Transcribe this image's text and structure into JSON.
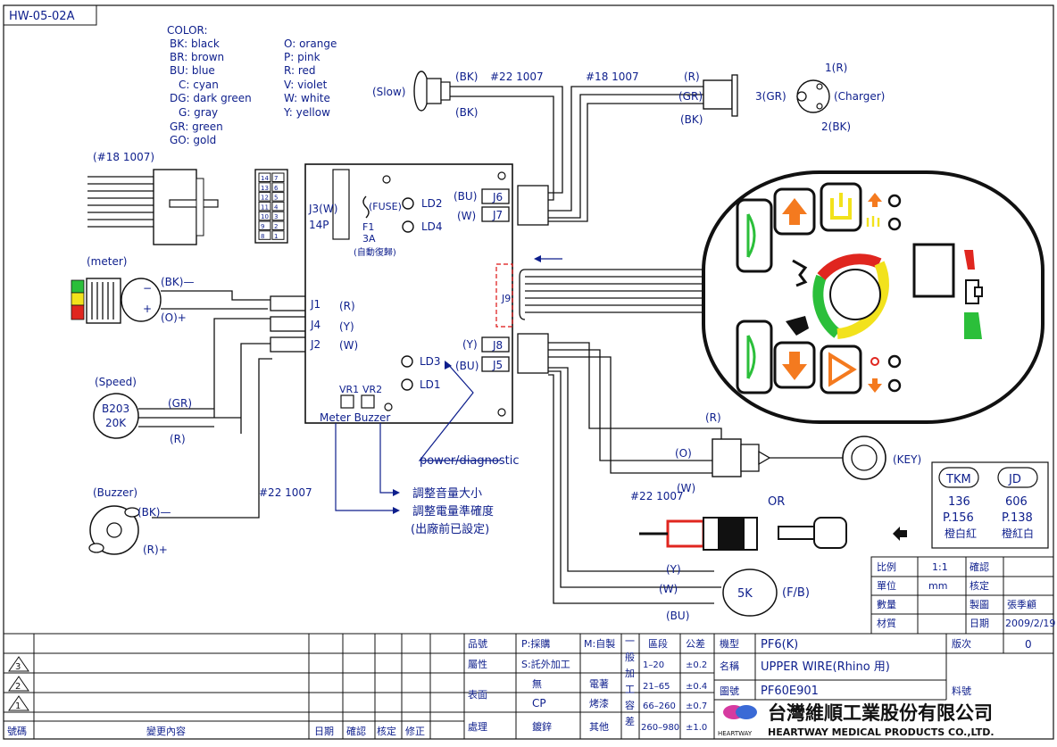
{
  "header": {
    "drawing_no": "HW-05-02A"
  },
  "color_legend": {
    "title": "COLOR:",
    "left": [
      "BK: black",
      "BR: brown",
      "BU: blue",
      "C: cyan",
      "DG: dark green",
      "G: gray",
      "GR: green",
      "GO: gold"
    ],
    "right": [
      "O: orange",
      "P: pink",
      "R: red",
      "V: violet",
      "W: white",
      "Y: yellow"
    ]
  },
  "wire_labels": {
    "awg18_left": "(#18 1007)",
    "meter": "(meter)",
    "meter_bk": "(BK)—",
    "meter_o": "(O)+",
    "speed": "(Speed)",
    "speed_part": "B203",
    "speed_val": "20K",
    "speed_gr": "(GR)",
    "speed_r": "(R)",
    "buzzer": "(Buzzer)",
    "buzzer_bk": "(BK)—",
    "buzzer_r": "(R)+",
    "awg22_a": "#22 1007",
    "awg22_b": "#22 1007",
    "slow": "(Slow)",
    "slow_bk1": "(BK)",
    "slow_bk2": "(BK)",
    "awg22_top": "#22 1007",
    "awg18_top": "#18 1007",
    "chg_r": "(R)",
    "chg_gr": "(GR)",
    "chg_bk": "(BK)",
    "chg_pin1": "1(R)",
    "chg_pin3": "3(GR)",
    "chg_pin2": "2(BK)",
    "charger": "(Charger)",
    "key": "(KEY)",
    "key_r": "(R)",
    "key_o": "(O)",
    "key_w": "(W)",
    "or": "OR",
    "fb_y": "(Y)",
    "fb_w": "(W)",
    "fb_bu": "(BU)",
    "fb_val": "5K",
    "fb": "(F/B)"
  },
  "board": {
    "j3": "J3(W)",
    "j3_pins": "14P",
    "fuse": "(FUSE)",
    "f1": "F1",
    "f1_val": "3A",
    "f1_note": "(自動復歸)",
    "ld2": "LD2",
    "ld4": "LD4",
    "ld3": "LD3",
    "ld1": "LD1",
    "j6": "J6",
    "j7": "J7",
    "j6_bu": "(BU)",
    "j7_w": "(W)",
    "j9": "J9",
    "j8": "J8",
    "j5": "J5",
    "j8_y": "(Y)",
    "j5_bu": "(BU)",
    "j1": "J1",
    "j4": "J4",
    "j2": "J2",
    "j1_r": "(R)",
    "j4_y": "(Y)",
    "j2_w": "(W)",
    "vr1": "VR1",
    "vr2": "VR2",
    "vr_label": "Meter  Buzzer"
  },
  "connector_pins": [
    "14",
    "7",
    "13",
    "6",
    "12",
    "5",
    "11",
    "4",
    "10",
    "3",
    "9",
    "2",
    "8",
    "1"
  ],
  "notes": {
    "power": "power/diagnostic",
    "volume": "調整音量大小",
    "meter_adj": "調整電量準確度",
    "factory": "(出廠前已設定)"
  },
  "ref_box": {
    "tkm": "TKM",
    "jd": "JD",
    "tkm_no": "136",
    "jd_no": "606",
    "tkm_page": "P.156",
    "jd_page": "P.138",
    "tkm_color": "橙白紅",
    "jd_color": "橙紅白"
  },
  "title_block": {
    "scale_l": "比例",
    "scale_v": "1:1",
    "confirm_l": "確認",
    "unit_l": "單位",
    "unit_v": "mm",
    "check_l": "核定",
    "qty_l": "數量",
    "draw_l": "製圖",
    "draw_v": "張季顧",
    "mat_l": "材質",
    "date_l": "日期",
    "date_v": "2009/2/19",
    "model_l": "機型",
    "model_v": "PF6(K)",
    "rev_l": "版次",
    "rev_v": "0",
    "name_l": "名稱",
    "name_v": "UPPER WIRE(Rhino 用)",
    "dwg_l": "圖號",
    "dwg_v": "PF60E901",
    "part_l": "料號",
    "company_cn": "台灣維順工業股份有限公司",
    "company_en": "HEARTWAY MEDICAL PRODUCTS CO.,LTD.",
    "logo_text": "HEARTWAY",
    "sec_h": "區段",
    "tol_h": "公差",
    "ranges": [
      "1–20",
      "21–65",
      "66–260",
      "260–980"
    ],
    "tols": [
      "±0.2",
      "±0.4",
      "±0.7",
      "±1.0"
    ],
    "gen_tol": "一般加工容差",
    "item_l": "品號",
    "attr_l": "屬性",
    "surface_l": "表面",
    "treat_l": "處理",
    "p_buy": "P:採購",
    "m_make": "M:自製",
    "s_out": "S:託外加工",
    "none": "無",
    "plating": "電著",
    "cp": "CP",
    "paint": "烤漆",
    "zinc": "鍍鋅",
    "other": "其他",
    "rev_marks": [
      "3",
      "2",
      "1"
    ],
    "col_no": "號碼",
    "col_change": "變更內容",
    "col_date": "日期",
    "col_confirm": "確認",
    "col_check": "核定",
    "col_fix": "修正"
  },
  "colors": {
    "ink": "#0d1e8c",
    "orange": "#f47a1f",
    "yellow": "#f2e21c",
    "green": "#2bbf3a",
    "red": "#e0261f"
  }
}
